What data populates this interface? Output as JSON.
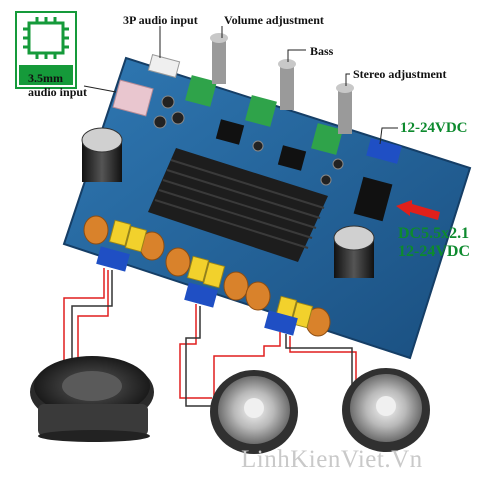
{
  "labels": {
    "audio_3p": "3P audio input",
    "volume": "Volume adjustment",
    "bass": "Bass",
    "stereo": "Stereo adjustment",
    "input_35_line1": "3.5mm",
    "input_35_line2": "audio input",
    "power_terminal": "12-24VDC",
    "dc_jack_line1": "DC5.5x2.1",
    "dc_jack_line2": "12-24VDC"
  },
  "watermark": "LinhKienViet.Vn",
  "colors": {
    "board": "#1e5a8f",
    "board_light": "#2f78b3",
    "heatsink": "#1d1d1d",
    "pot_green": "#2fa34a",
    "inductor": "#d9822b",
    "capacitor_yellow": "#f2d12c",
    "terminal_blue": "#1f4fc4",
    "label_green": "#0d8a2e",
    "arrow_red": "#e0201b"
  },
  "icons": [
    "chip-logo-icon",
    "speaker-icon"
  ]
}
